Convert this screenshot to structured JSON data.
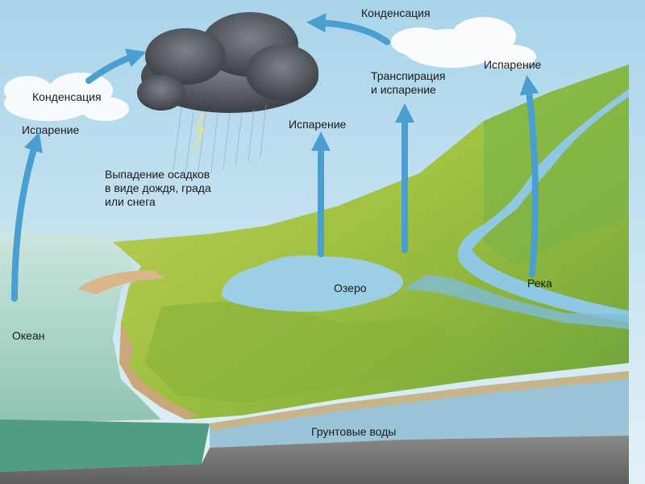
{
  "labels": {
    "condensation_top": "Конденсация",
    "condensation_left": "Конденсация",
    "evaporation_left": "Испарение",
    "evaporation_center": "Испарение",
    "evaporation_right": "Испарение",
    "transpiration_line1": "Транспирация",
    "transpiration_line2": "и испарение",
    "precipitation_line1": "Выпадение осадков",
    "precipitation_line2": "в виде дождя, града",
    "precipitation_line3": "или снега",
    "ocean": "Океан",
    "lake": "Озеро",
    "river": "Река",
    "groundwater": "Грунтовые воды"
  },
  "colors": {
    "sky": "#cfe6f2",
    "arrow": "#4a9fd0",
    "land": "#a8c44a",
    "water": "#8fc8e2",
    "ocean": "#b6dccc",
    "storm_cloud": "#5a5f66",
    "ground": "#7e7e80"
  }
}
